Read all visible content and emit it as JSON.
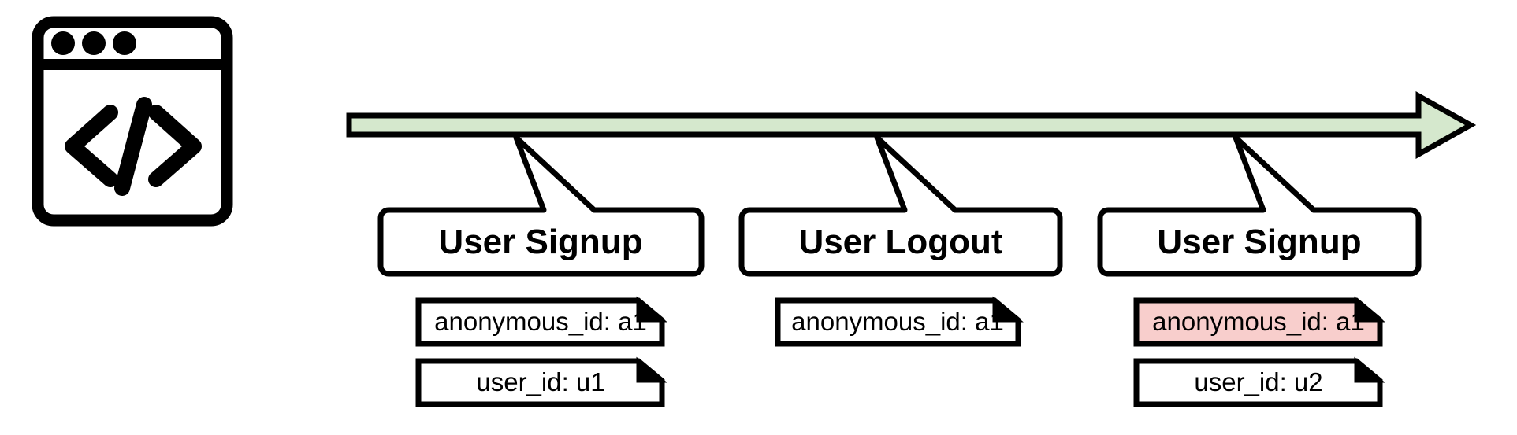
{
  "diagram": {
    "title": "User event timeline with identity properties",
    "icon": {
      "name": "code-window-icon",
      "description": "browser window with code brackets",
      "glyph": "</>",
      "dots": 3,
      "color": "#000000"
    },
    "timeline": {
      "name": "timeline-arrow",
      "direction": "left-to-right",
      "fill_color": "#d5e8cd",
      "stroke_color": "#000000"
    },
    "events": [
      {
        "id": "event-1",
        "label": "User Signup",
        "highlighted": false,
        "notes": [
          {
            "id": "note-1-anonymous-id",
            "text": "anonymous_id: a1",
            "highlighted": false,
            "fill_color": "#ffffff"
          },
          {
            "id": "note-1-user-id",
            "text": "user_id: u1",
            "highlighted": false,
            "fill_color": "#ffffff"
          }
        ]
      },
      {
        "id": "event-2",
        "label": "User Logout",
        "highlighted": false,
        "notes": [
          {
            "id": "note-2-anonymous-id",
            "text": "anonymous_id: a1",
            "highlighted": false,
            "fill_color": "#ffffff"
          }
        ]
      },
      {
        "id": "event-3",
        "label": "User Signup",
        "highlighted": false,
        "notes": [
          {
            "id": "note-3-anonymous-id",
            "text": "anonymous_id: a1",
            "highlighted": true,
            "fill_color": "#f8cecc"
          },
          {
            "id": "note-3-user-id",
            "text": "user_id: u2",
            "highlighted": false,
            "fill_color": "#ffffff"
          }
        ]
      }
    ],
    "colors": {
      "timeline_green": "#d5e8cd",
      "highlight_red": "#f8cecc",
      "stroke": "#000000",
      "background": "#ffffff",
      "note_fill": "#ffffff"
    }
  }
}
